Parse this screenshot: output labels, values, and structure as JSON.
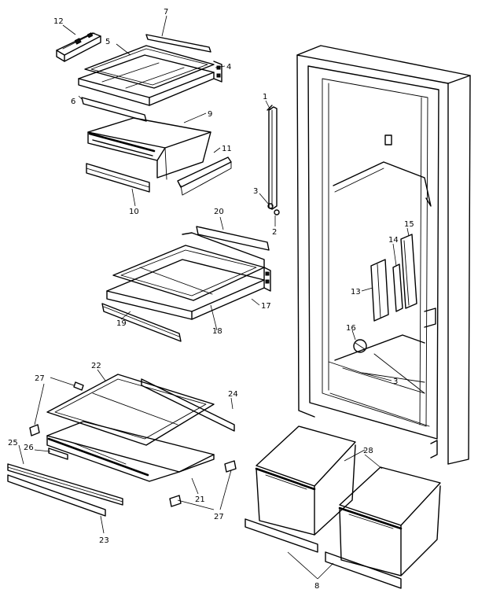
{
  "callouts": [
    {
      "id": "c12",
      "text": "12"
    },
    {
      "id": "c7",
      "text": "7"
    },
    {
      "id": "c5",
      "text": "5"
    },
    {
      "id": "c4",
      "text": "4"
    },
    {
      "id": "c6",
      "text": "6"
    },
    {
      "id": "c9",
      "text": "9"
    },
    {
      "id": "c11",
      "text": "11"
    },
    {
      "id": "c10",
      "text": "10"
    },
    {
      "id": "c1",
      "text": "1"
    },
    {
      "id": "c3",
      "text": "3"
    },
    {
      "id": "c2",
      "text": "2"
    },
    {
      "id": "c20",
      "text": "20"
    },
    {
      "id": "c17",
      "text": "17"
    },
    {
      "id": "c18",
      "text": "18"
    },
    {
      "id": "c19",
      "text": "19"
    },
    {
      "id": "c15",
      "text": "15"
    },
    {
      "id": "c14",
      "text": "14"
    },
    {
      "id": "c13",
      "text": "13"
    },
    {
      "id": "c16",
      "text": "16"
    },
    {
      "id": "c3b",
      "text": "3"
    },
    {
      "id": "c22",
      "text": "22"
    },
    {
      "id": "c27a",
      "text": "27"
    },
    {
      "id": "c24",
      "text": "24"
    },
    {
      "id": "c25",
      "text": "25"
    },
    {
      "id": "c26",
      "text": "26"
    },
    {
      "id": "c21",
      "text": "21"
    },
    {
      "id": "c27b",
      "text": "27"
    },
    {
      "id": "c23",
      "text": "23"
    },
    {
      "id": "c28",
      "text": "28"
    },
    {
      "id": "c8",
      "text": "8"
    }
  ]
}
